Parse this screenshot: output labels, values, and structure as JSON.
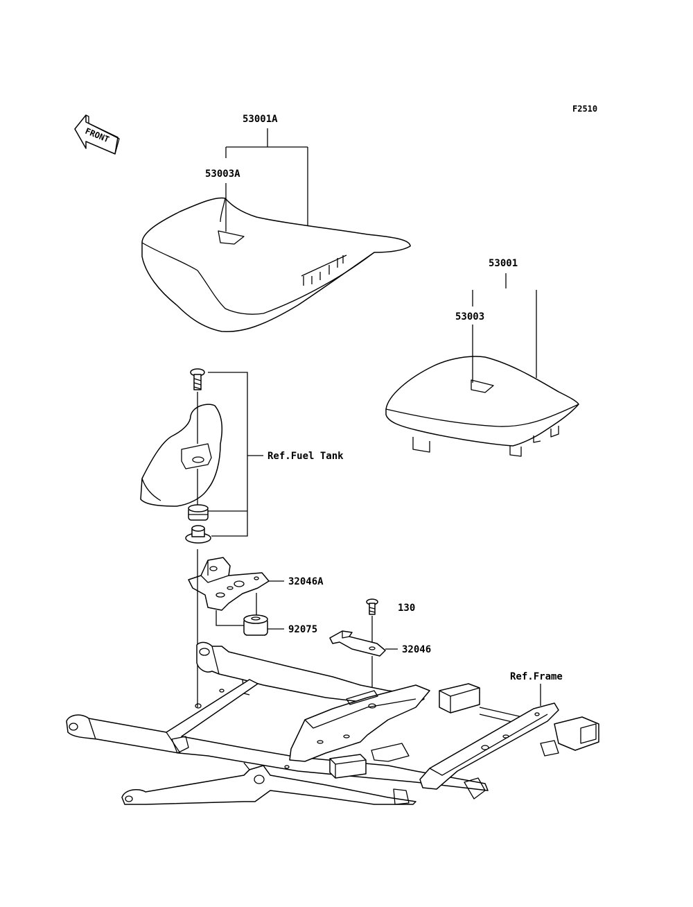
{
  "diagram": {
    "figure_code": "F2510",
    "front_label": "FRONT",
    "callouts": {
      "rider_seat_assy": "53001A",
      "rider_seat_cover": "53003A",
      "pillion_seat_assy": "53001",
      "pillion_seat_cover": "53003",
      "ref_fuel_tank": "Ref.Fuel Tank",
      "bracket_front": "32046A",
      "damper": "92075",
      "bolt": "130",
      "bracket_rear": "32046",
      "ref_frame": "Ref.Frame"
    }
  }
}
